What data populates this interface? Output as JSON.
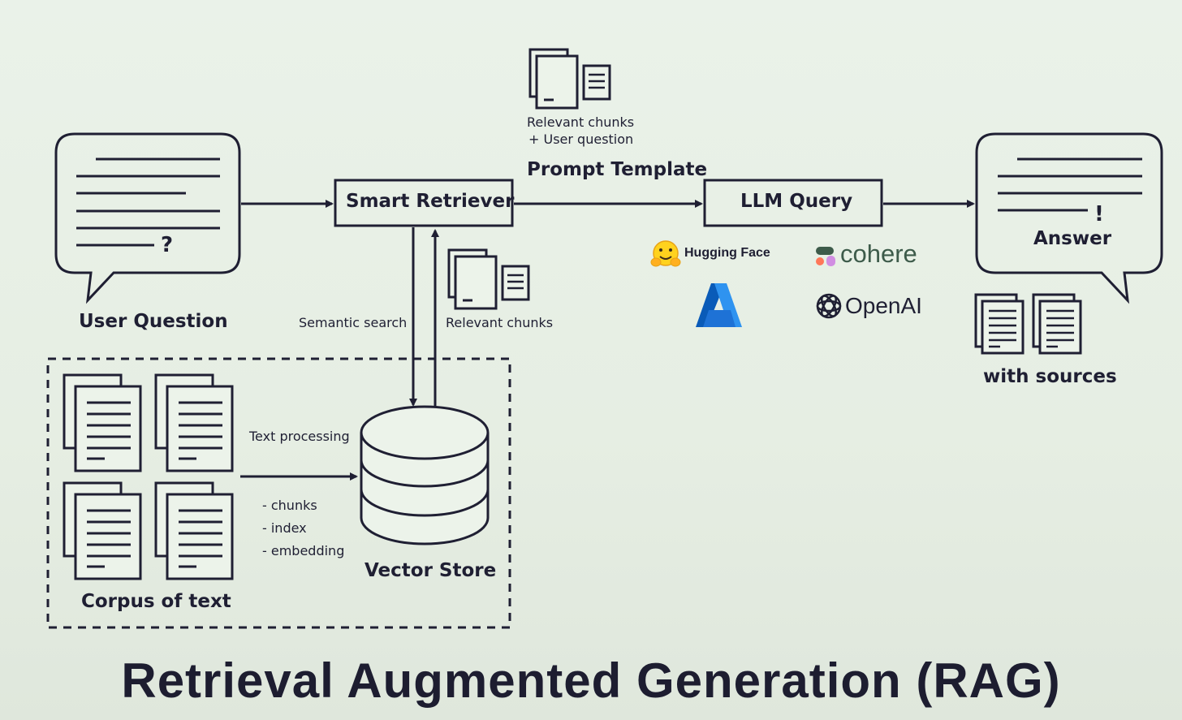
{
  "nodes": {
    "user_question": "User Question",
    "smart_retriever": "Smart Retriever",
    "llm_query": "LLM Query",
    "answer": "Answer",
    "with_sources": "with sources",
    "vector_store": "Vector Store",
    "corpus": "Corpus of text",
    "prompt_template": "Prompt Template"
  },
  "edge_labels": {
    "prompt_chunks": "Relevant chunks",
    "prompt_question": "+ User question",
    "semantic_search": "Semantic search",
    "relevant_chunks": "Relevant chunks",
    "text_processing": "Text processing",
    "steps": [
      "- chunks",
      "- index",
      "- embedding"
    ]
  },
  "providers": {
    "hugging_face": "Hugging Face",
    "cohere": "cohere",
    "openai": "OpenAI",
    "azure_icon": "azure-logo"
  },
  "title": "Retrieval Augmented Generation (RAG)",
  "colors": {
    "ink": "#1f1f33",
    "azure": "#1e72d6",
    "cohere_text": "#3d5b4a",
    "hugging_face_yellow": "#ffd21e"
  }
}
